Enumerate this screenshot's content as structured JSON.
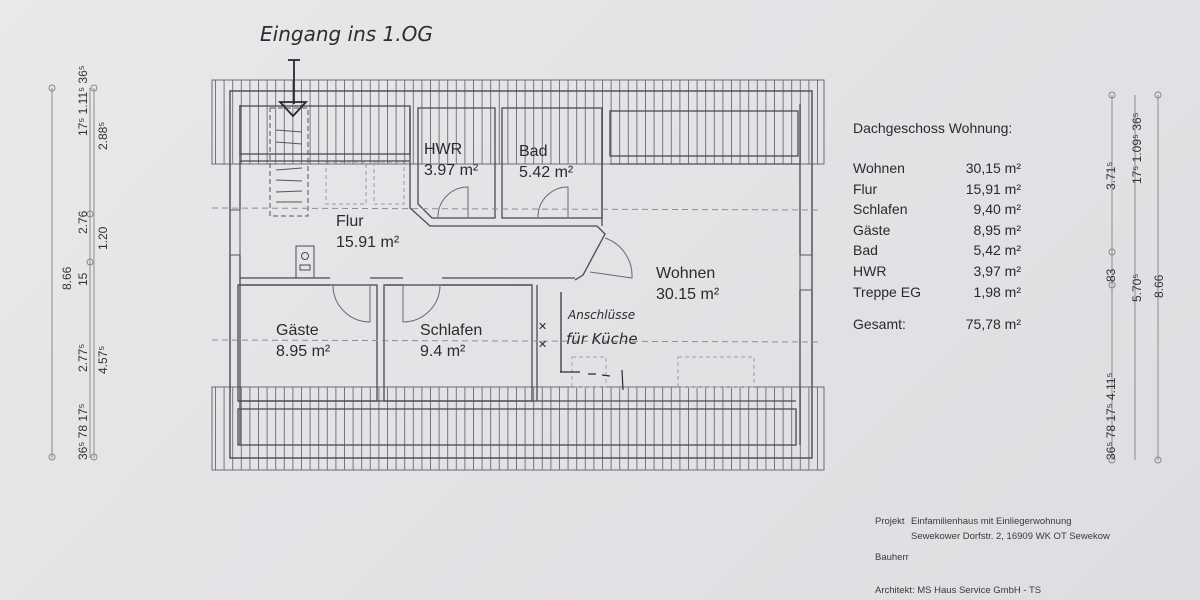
{
  "annotation": {
    "entrance_note": "Eingang ins 1.OG",
    "kitchen_note_line1": "Anschlüsse",
    "kitchen_note_line2": "für Küche"
  },
  "rooms": [
    {
      "name": "HWR",
      "area": "3.97 m²"
    },
    {
      "name": "Bad",
      "area": "5.42 m²"
    },
    {
      "name": "Flur",
      "area": "15.91 m²"
    },
    {
      "name": "Wohnen",
      "area": "30.15 m²"
    },
    {
      "name": "Gäste",
      "area": "8.95 m²"
    },
    {
      "name": "Schlafen",
      "area": "9.4 m²"
    }
  ],
  "summary": {
    "title": "Dachgeschoss Wohnung:",
    "items": [
      {
        "name": "Wohnen",
        "area": "30,15 m²"
      },
      {
        "name": "Flur",
        "area": "15,91 m²"
      },
      {
        "name": "Schlafen",
        "area": "9,40 m²"
      },
      {
        "name": "Gäste",
        "area": "8,95 m²"
      },
      {
        "name": "Bad",
        "area": "5,42 m²"
      },
      {
        "name": "HWR",
        "area": "3,97 m²"
      },
      {
        "name": "Treppe EG",
        "area": "1,98 m²"
      }
    ],
    "total_label": "Gesamt:",
    "total_area": "75,78 m²"
  },
  "dimensions": {
    "left": {
      "outer": "8.66",
      "middle": [
        "36⁵ 78 17⁵",
        "2.77⁵",
        "15",
        "2.76",
        "17⁵ 1.11⁵ 36⁵"
      ],
      "inner": [
        "4.57⁵",
        "1.20",
        "2.88⁵"
      ]
    },
    "right": {
      "outer": "8.66",
      "middle": [
        "36⁵ 78 17⁵",
        "4.11⁵",
        "83",
        "3.71⁵",
        "17⁵ 1.09⁵ 36⁵"
      ],
      "inner": [
        "5.70⁵"
      ]
    }
  },
  "title_block": {
    "project_label": "Projekt",
    "project_line1": "Einfamilienhaus mit Einliegerwohnung",
    "project_line2": "Sewekower Dorfstr. 2, 16909 WK OT Sewekow",
    "client_label": "Bauherr",
    "architect_label": "Architekt:",
    "architect": "MS Haus Service GmbH - TS"
  }
}
